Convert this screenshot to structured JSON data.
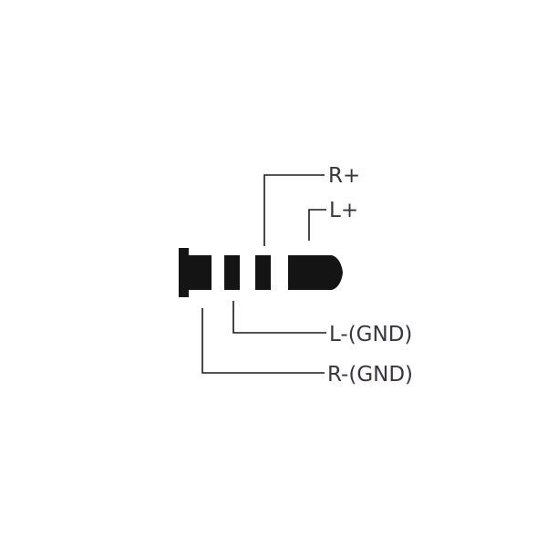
{
  "diagram": {
    "colors": {
      "plug": "#141414",
      "lead_line": "#1a1a1a",
      "label_text": "#3a3540",
      "background": "#ffffff"
    },
    "labels": {
      "r_plus": "R+",
      "l_plus": "L+",
      "l_minus": "L-(GND)",
      "r_minus": "R-(GND)"
    }
  }
}
